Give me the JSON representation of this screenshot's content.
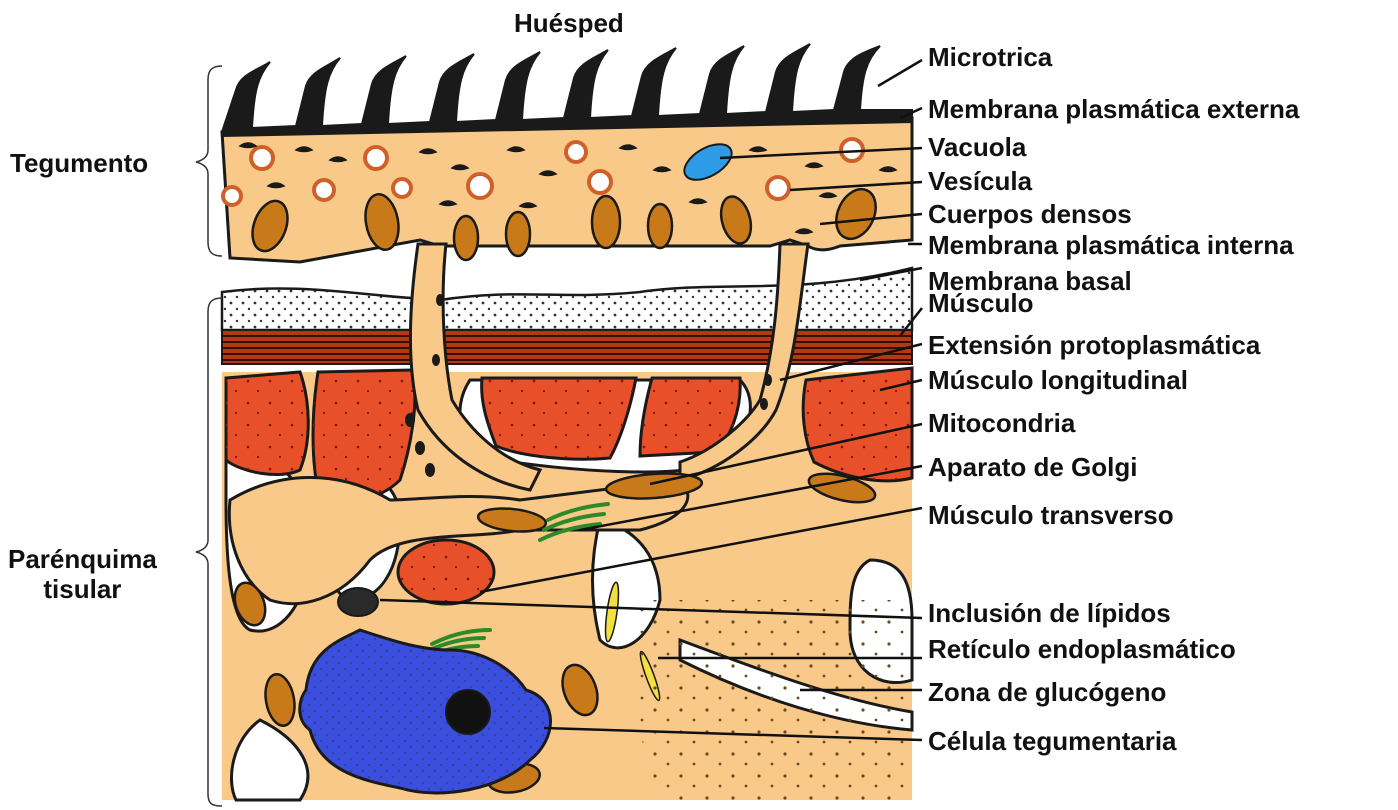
{
  "top_label": "Huésped",
  "side_labels": {
    "tegumento": "Tegumento",
    "parenquima_line1": "Parénquima",
    "parenquima_line2": "tisular"
  },
  "labels": [
    "Microtrica",
    "Membrana plasmática externa",
    "Vacuola",
    "Vesícula",
    "Cuerpos densos",
    "Membrana plasmática interna",
    "Membrana basal",
    "Músculo",
    "Extensión protoplasmática",
    "Músculo longitudinal",
    "Mitocondria",
    "Aparato de Golgi",
    "Músculo transverso",
    "Inclusión  de lípidos",
    "Retículo endoplasmático",
    "Zona de glucógeno",
    "Célula tegumentaria"
  ],
  "colors": {
    "tissue": "#F9C98A",
    "muscle": "#E8502A",
    "mitochondria": "#C87A1A",
    "vacuole": "#2E9BE6",
    "nucleus": "#3A4FE0",
    "golgi": "#4CC34A",
    "er": "#F2E040",
    "outline": "#1A1A1A",
    "band_dark": "#8B2A10"
  }
}
